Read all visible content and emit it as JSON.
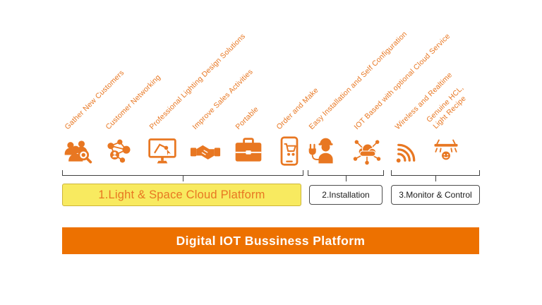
{
  "colors": {
    "orange_accent": "#E87722",
    "banner_orange": "#ED7100",
    "yellow_fill": "#F8EA60",
    "yellow_border": "#cdb53a"
  },
  "groups": [
    {
      "label": "1.Light & Space Cloud Platform",
      "items": [
        {
          "label": "Gather New Customers",
          "icon": "customers-group-icon"
        },
        {
          "label": "Customer Networking",
          "icon": "customer-network-icon"
        },
        {
          "label": "Professional Lighting Design Solutions",
          "icon": "lighting-design-monitor-icon"
        },
        {
          "label": "Improve Sales Activities",
          "icon": "handshake-icon"
        },
        {
          "label": "Portable",
          "icon": "briefcase-icon"
        },
        {
          "label": "Order and Make",
          "icon": "phone-order-icon"
        }
      ]
    },
    {
      "label": "2.Installation",
      "items": [
        {
          "label": "Easy Installation and Self Configuration",
          "icon": "installer-worker-icon"
        },
        {
          "label": "IOT Based with optional Cloud Service",
          "icon": "iot-cloud-icon"
        }
      ]
    },
    {
      "label": "3.Monitor & Control",
      "items": [
        {
          "label": "Wireless and Realtime",
          "icon": "wifi-icon"
        },
        {
          "label": "Genuine HCL, Light Recipe",
          "icon": "hcl-light-icon"
        }
      ]
    }
  ],
  "banner": {
    "label": "Digital IOT Bussiness Platform"
  }
}
